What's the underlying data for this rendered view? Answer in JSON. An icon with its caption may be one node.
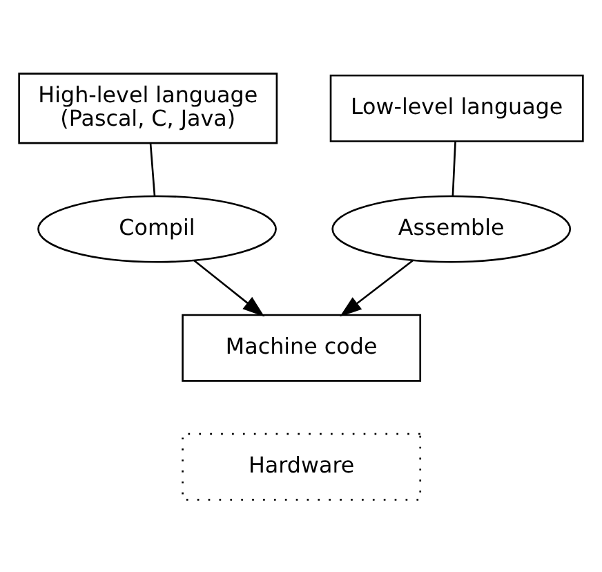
{
  "diagram": {
    "nodes": [
      {
        "text": [
          "High-level language",
          "(Pascal, C, Java)"
        ]
      },
      {
        "text": [
          "Compil"
        ]
      },
      {
        "text": [
          "Low-level language"
        ]
      },
      {
        "text": [
          "Assemble"
        ]
      },
      {
        "text": [
          "Machine code"
        ]
      },
      {
        "text": [
          "Hardware"
        ]
      }
    ],
    "edges": [
      {
        "from": 0,
        "to": 1,
        "arrow": "none"
      },
      {
        "from": 1,
        "to": 4,
        "arrow": "to"
      },
      {
        "from": 2,
        "to": 3,
        "arrow": "none"
      },
      {
        "from": 3,
        "to": 4,
        "arrow": "to"
      }
    ]
  }
}
